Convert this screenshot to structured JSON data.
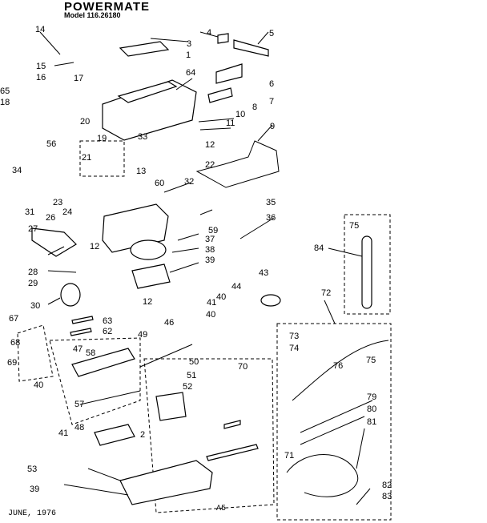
{
  "title": "POWERMATE",
  "model": "Model 116.26180",
  "footer_date": "JUNE, 1976",
  "footer_code": "A5",
  "part_labels": [
    "14",
    "3",
    "4",
    "5",
    "15",
    "1",
    "16",
    "17",
    "6",
    "64",
    "65",
    "18",
    "7",
    "8",
    "10",
    "11",
    "20",
    "19",
    "9",
    "33",
    "12",
    "56",
    "21",
    "13",
    "22",
    "34",
    "60",
    "32",
    "23",
    "24",
    "35",
    "26",
    "31",
    "27",
    "36",
    "59",
    "37",
    "12",
    "38",
    "28",
    "39",
    "29",
    "75",
    "84",
    "43",
    "44",
    "30",
    "40",
    "41",
    "72",
    "63",
    "12",
    "62",
    "49",
    "46",
    "40",
    "67",
    "47",
    "58",
    "73",
    "68",
    "74",
    "76",
    "75",
    "50",
    "70",
    "69",
    "51",
    "52",
    "40",
    "79",
    "57",
    "80",
    "48",
    "41",
    "81",
    "2",
    "71",
    "53",
    "82",
    "83",
    "39"
  ]
}
